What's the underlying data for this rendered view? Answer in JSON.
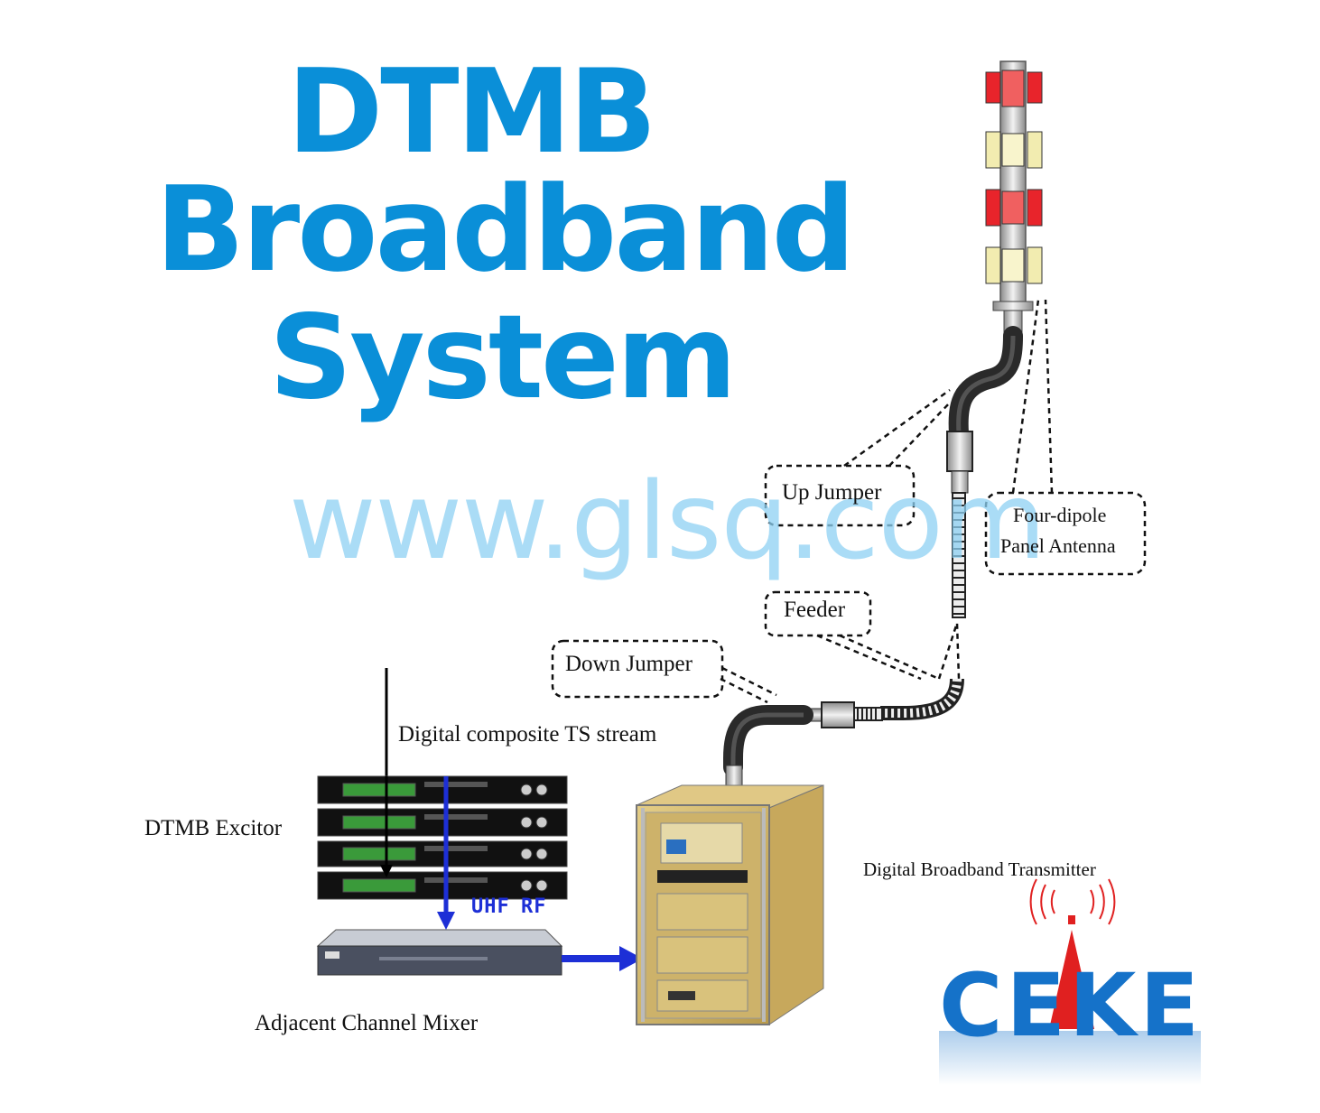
{
  "title": {
    "line1": "DTMB",
    "line2": "Broadband",
    "line3": "System"
  },
  "watermark": "www.glsq.com",
  "labels": {
    "up_jumper": "Up Jumper",
    "four_dipole_line1": "Four-dipole",
    "four_dipole_line2": "Panel Antenna",
    "feeder": "Feeder",
    "down_jumper": "Down Jumper",
    "ts_stream": "Digital composite TS stream",
    "excitor": "DTMB Excitor",
    "transmitter": "Digital Broadband Transmitter",
    "mixer": "Adjacent Channel Mixer",
    "uhf": "UHF",
    "rf": "RF"
  },
  "logo": {
    "text": "CEKE"
  },
  "colors": {
    "title": "#0a8fd8",
    "watermark": "#8ed1f3",
    "arrow": "#1d2fd6",
    "logo": "#1572c9",
    "logo_accent": "#e02020",
    "antenna_red": "#e8242b",
    "antenna_yellow": "#f2ecb0",
    "transmitter_panel": "#d4b86a"
  }
}
